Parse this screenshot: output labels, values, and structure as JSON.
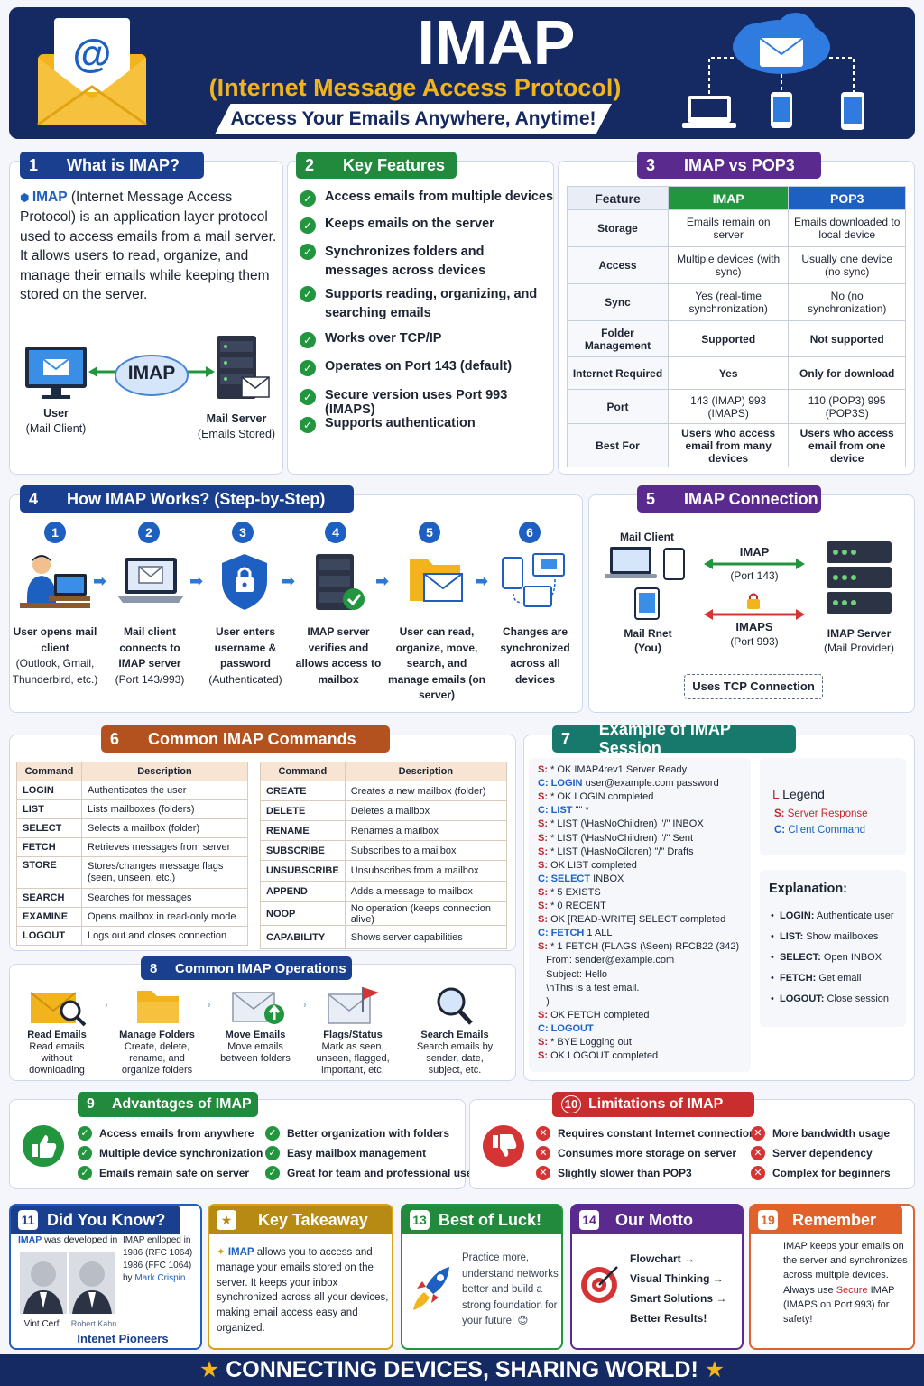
{
  "header": {
    "title": "IMAP",
    "subtitle": "(Internet Message Access Protocol)",
    "tagline": "Access Your Emails Anywhere, Anytime!"
  },
  "sec1": {
    "num": "1",
    "title": "What is IMAP?",
    "lead": "IMAP",
    "text": " (Internet Message Access Protocol) is an application layer protocol used to access emails from a mail server. It allows users to read, organize, and manage their emails while keeping them stored on the server.",
    "diagram_label": "IMAP",
    "user_label": "User",
    "user_sub": "(Mail Client)",
    "server_label": "Mail Server",
    "server_sub": "(Emails Stored)"
  },
  "sec2": {
    "num": "2",
    "title": "Key Features",
    "items": [
      "Access emails from multiple devices",
      "Keeps emails on the server",
      "Synchronizes folders and messages across devices",
      "Supports reading, organizing, and searching emails",
      "Works over TCP/IP",
      "Operates on Port 143 (default)",
      "Secure version uses Port 993 (IMAPS)",
      "Supports authentication"
    ]
  },
  "sec3": {
    "num": "3",
    "title": "IMAP vs POP3",
    "headers": [
      "Feature",
      "IMAP",
      "POP3"
    ],
    "rows": [
      [
        "Storage",
        "Emails remain on server",
        "Emails downloaded to local device"
      ],
      [
        "Access",
        "Multiple devices (with sync)",
        "Usually one device (no sync)"
      ],
      [
        "Sync",
        "Yes (real-time synchronization)",
        "No (no synchronization)"
      ],
      [
        "Folder Management",
        "Supported",
        "Not supported"
      ],
      [
        "Internet Required",
        "Yes",
        "Only for download"
      ],
      [
        "Port",
        "143 (IMAP) 993 (IMAPS)",
        "110 (POP3) 995 (POP3S)"
      ],
      [
        "Best For",
        "Users who access email from many devices",
        "Users who access email from one device"
      ]
    ]
  },
  "sec4": {
    "num": "4",
    "title": "How IMAP Works? (Step-by-Step)",
    "steps": [
      {
        "n": "1",
        "bold": "User opens mail client",
        "rest": "(Outlook, Gmail, Thunderbird, etc.)"
      },
      {
        "n": "2",
        "bold": "Mail client connects to IMAP server",
        "rest": "(Port 143/993)"
      },
      {
        "n": "3",
        "bold": "User enters username & password",
        "rest": "(Authenticated)"
      },
      {
        "n": "4",
        "bold": "IMAP server verifies and allows access to mailbox",
        "rest": ""
      },
      {
        "n": "5",
        "bold": "User can read, organize, move, search, and manage emails (on server)",
        "rest": ""
      },
      {
        "n": "6",
        "bold": "Changes are synchronized across all devices",
        "rest": ""
      }
    ]
  },
  "sec5": {
    "num": "5",
    "title": "IMAP Connection",
    "mail_client": "Mail Client",
    "mail_user": "Mail Rnet",
    "mail_user_sub": "(You)",
    "imap": "IMAP",
    "imap_port": "(Port 143)",
    "imaps": "IMAPS",
    "imaps_port": "(Port 993)",
    "server": "IMAP Server",
    "server_sub": "(Mail Provider)",
    "tcp": "Uses TCP Connection"
  },
  "sec6": {
    "num": "6",
    "title": "Common IMAP Commands",
    "headers": [
      "Command",
      "Description"
    ],
    "left": [
      [
        "LOGIN",
        "Authenticates the user"
      ],
      [
        "LIST",
        "Lists mailboxes (folders)"
      ],
      [
        "SELECT",
        "Selects a mailbox (folder)"
      ],
      [
        "FETCH",
        "Retrieves messages from server"
      ],
      [
        "STORE",
        "Stores/changes message flags (seen, unseen, etc.)"
      ],
      [
        "SEARCH",
        "Searches for messages"
      ],
      [
        "EXAMINE",
        "Opens mailbox in read-only mode"
      ],
      [
        "LOGOUT",
        "Logs out and closes connection"
      ]
    ],
    "right": [
      [
        "CREATE",
        "Creates a new mailbox (folder)"
      ],
      [
        "DELETE",
        "Deletes a mailbox"
      ],
      [
        "RENAME",
        "Renames a mailbox"
      ],
      [
        "SUBSCRIBE",
        "Subscribes to a mailbox"
      ],
      [
        "UNSUBSCRIBE",
        "Unsubscribes from a mailbox"
      ],
      [
        "APPEND",
        "Adds a message to mailbox"
      ],
      [
        "NOOP",
        "No operation (keeps connection alive)"
      ],
      [
        "CAPABILITY",
        "Shows server capabilities"
      ]
    ]
  },
  "sec7": {
    "num": "7",
    "title": "Example of IMAP Session",
    "lines": [
      [
        "S:",
        "* OK IMAP4rev1 Server Ready",
        ""
      ],
      [
        "C:",
        "LOGIN",
        " user@example.com password"
      ],
      [
        "S:",
        "* OK LOGIN completed",
        ""
      ],
      [
        "C:",
        "LIST",
        " \"\" *"
      ],
      [
        "S:",
        "* LIST (\\HasNoChildren) \"/\" INBOX",
        ""
      ],
      [
        "S:",
        "* LIST (\\HasNoChildren) \"/\" Sent",
        ""
      ],
      [
        "S:",
        "* LIST (\\HasNoCildren) \"/\" Drafts",
        ""
      ],
      [
        "S:",
        "OK LIST completed",
        ""
      ],
      [
        "C:",
        "SELECT",
        " INBOX"
      ],
      [
        "S:",
        "* 5 EXISTS",
        ""
      ],
      [
        "S:",
        "* 0 RECENT",
        ""
      ],
      [
        "S:",
        "OK [READ-WRITE] SELECT completed",
        ""
      ],
      [
        "C:",
        "FETCH",
        " 1 ALL"
      ],
      [
        "S:",
        "* 1 FETCH (FLAGS (\\Seen) RFCB22 (342)",
        ""
      ],
      [
        "",
        "   From: sender@example.com",
        ""
      ],
      [
        "",
        "   Subject: Hello",
        ""
      ],
      [
        "",
        "   \\nThis is a test email.",
        ""
      ],
      [
        "",
        "   )",
        ""
      ],
      [
        "S:",
        "OK FETCH completed",
        ""
      ],
      [
        "C:",
        "LOGOUT",
        ""
      ],
      [
        "S:",
        "* BYE Logging out",
        ""
      ],
      [
        "S:",
        "OK LOGOUT completed",
        ""
      ]
    ],
    "legend_title": "Legend",
    "legend_s_key": "S:",
    "legend_s": "Server Response",
    "legend_c_key": "C:",
    "legend_c": "Client Command",
    "expl_title": "Explanation:",
    "expl": [
      [
        "LOGIN:",
        " Authenticate user"
      ],
      [
        "LIST:",
        " Show mailboxes"
      ],
      [
        "SELECT:",
        " Open INBOX"
      ],
      [
        "FETCH:",
        " Get email"
      ],
      [
        "LOGOUT:",
        " Close session"
      ]
    ]
  },
  "sec8": {
    "num": "8",
    "title": "Common IMAP Operations",
    "ops": [
      {
        "t": "Read Emails",
        "d": "Read emails without downloading"
      },
      {
        "t": "Manage Folders",
        "d": "Create, delete, rename, and organize folders"
      },
      {
        "t": "Move Emails",
        "d": "Move emails between folders"
      },
      {
        "t": "Flags/Status",
        "d": "Mark as seen, unseen, flagged, important, etc."
      },
      {
        "t": "Search Emails",
        "d": "Search emails by sender, date, subject, etc."
      }
    ]
  },
  "sec9": {
    "num": "9",
    "title": "Advantages of IMAP",
    "items": [
      "Access emails from anywhere",
      "Multiple device synchronization",
      "Emails remain safe on server",
      "Better organization with folders",
      "Easy mailbox management",
      "Great for team and professional use"
    ]
  },
  "sec10": {
    "num": "10",
    "title": "Limitations of IMAP",
    "items": [
      "Requires constant Internet connection",
      "Consumes more storage on server",
      "Slightly slower than POP3",
      "More bandwidth usage",
      "Server dependency",
      "Complex for beginners"
    ]
  },
  "sec11": {
    "num": "11",
    "title": "Did You Know?",
    "lead": "IMAP",
    "text1": " was developed in",
    "text2": "IMAP enlloped in 1986 (RFC 1064) 1986 (FFC 1064) by",
    "author": "Mark Crispin.",
    "p1": "Vint Cerf",
    "p2": "Robert Kahn",
    "caption": "Intenet Pioneers"
  },
  "sec12": {
    "title": "Key Takeaway",
    "lead": "IMAP",
    "text": " allows you to access and manage your emails stored on the server. It keeps your inbox synchronized across all your devices, making email access easy and organized."
  },
  "sec13": {
    "num": "13",
    "title": "Best of Luck!",
    "text": "Practice more, understand networks better and build a strong foundation for your future! 😊"
  },
  "sec14": {
    "num": "14",
    "title": "Our Motto",
    "lines": [
      "Flowchart →",
      "Visual Thinking →",
      "Smart Solutions →",
      "Better Results!"
    ]
  },
  "sec15": {
    "num": "19",
    "title": "Remember",
    "text1": "IMAP keeps your emails on the server and synchronizes across multiple devices. Always use ",
    "secure": "Secure",
    "text2": " IMAP (IMAPS on Port 993) for safety!"
  },
  "footer": {
    "text": "CONNECTING DEVICES, SHARING WORLD!"
  },
  "colors": {
    "navy": "#152a63",
    "gold": "#f2b41d",
    "imap_green": "#22953f",
    "pop3_blue": "#1e5fc2"
  }
}
